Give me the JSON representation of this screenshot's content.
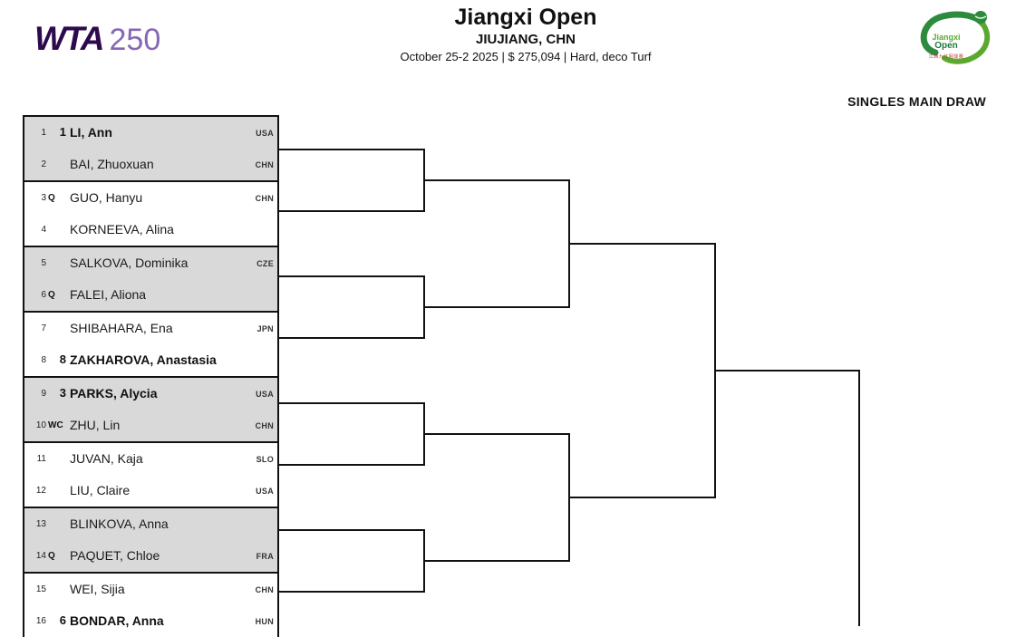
{
  "header": {
    "wta_mark": "WTA",
    "wta_tier": "250",
    "tournament_name": "Jiangxi Open",
    "tournament_city": "JIUJIANG, CHN",
    "tournament_meta": "October 25-2 2025  |  $ 275,094  |  Hard, deco Turf",
    "draw_label": "SINGLES MAIN DRAW",
    "event_logo": {
      "line1": "Jiangxi",
      "line2": "Open",
      "line3": "江西九江网球赛",
      "color": "#2e8b3d"
    },
    "colors": {
      "wta_dark": "#2d0a4e",
      "wta_light": "#8767b5",
      "shaded_row": "#d9d9d9",
      "line": "#111111"
    }
  },
  "draw": {
    "players": [
      {
        "index": "1",
        "status": "",
        "seed": "1",
        "name": "LI, Ann",
        "country": "USA"
      },
      {
        "index": "2",
        "status": "",
        "seed": "",
        "name": "BAI, Zhuoxuan",
        "country": "CHN"
      },
      {
        "index": "3",
        "status": "Q",
        "seed": "",
        "name": "GUO, Hanyu",
        "country": "CHN"
      },
      {
        "index": "4",
        "status": "",
        "seed": "",
        "name": "KORNEEVA, Alina",
        "country": ""
      },
      {
        "index": "5",
        "status": "",
        "seed": "",
        "name": "SALKOVA, Dominika",
        "country": "CZE"
      },
      {
        "index": "6",
        "status": "Q",
        "seed": "",
        "name": "FALEI, Aliona",
        "country": ""
      },
      {
        "index": "7",
        "status": "",
        "seed": "",
        "name": "SHIBAHARA, Ena",
        "country": "JPN"
      },
      {
        "index": "8",
        "status": "",
        "seed": "8",
        "name": "ZAKHAROVA, Anastasia",
        "country": ""
      },
      {
        "index": "9",
        "status": "",
        "seed": "3",
        "name": "PARKS, Alycia",
        "country": "USA"
      },
      {
        "index": "10",
        "status": "WC",
        "seed": "",
        "name": "ZHU, Lin",
        "country": "CHN"
      },
      {
        "index": "11",
        "status": "",
        "seed": "",
        "name": "JUVAN, Kaja",
        "country": "SLO"
      },
      {
        "index": "12",
        "status": "",
        "seed": "",
        "name": "LIU, Claire",
        "country": "USA"
      },
      {
        "index": "13",
        "status": "",
        "seed": "",
        "name": "BLINKOVA, Anna",
        "country": ""
      },
      {
        "index": "14",
        "status": "Q",
        "seed": "",
        "name": "PAQUET, Chloe",
        "country": "FRA"
      },
      {
        "index": "15",
        "status": "",
        "seed": "",
        "name": "WEI, Sijia",
        "country": "CHN"
      },
      {
        "index": "16",
        "status": "",
        "seed": "6",
        "name": "BONDAR, Anna",
        "country": "HUN"
      }
    ]
  }
}
